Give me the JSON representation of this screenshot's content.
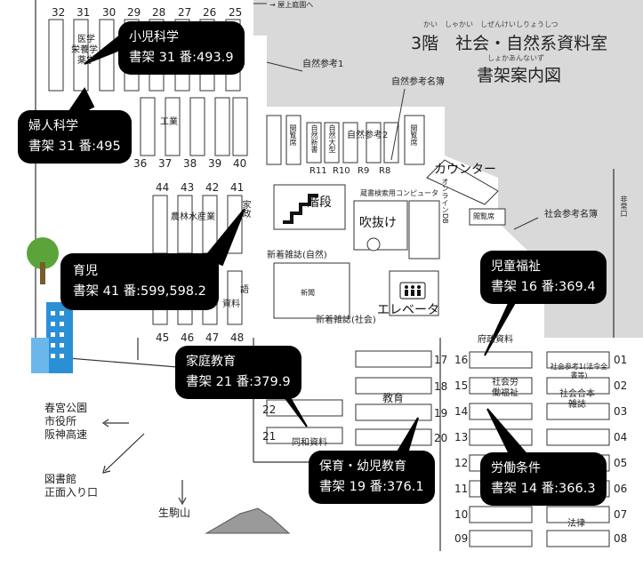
{
  "title": {
    "line1": "3階　社会・自然系資料室",
    "line1_ruby": "かい　しゃかい　しぜんけいしりょうしつ",
    "line2": "書架案内図",
    "line2_ruby": "しょかあんないず"
  },
  "top_note": "→ 屋上庭園へ",
  "callouts": [
    {
      "name": "pediatrics",
      "subject": "小児科学",
      "shelf": "書架 31 番:493.9"
    },
    {
      "name": "gynecology",
      "subject": "婦人科学",
      "shelf": "書架 31 番:495"
    },
    {
      "name": "childcare",
      "subject": "育児",
      "shelf": "書架 41 番:599,598.2"
    },
    {
      "name": "home-education",
      "subject": "家庭教育",
      "shelf": "書架 21 番:379.9"
    },
    {
      "name": "preschool-education",
      "subject": "保育・幼児教育",
      "shelf": "書架 19 番:376.1"
    },
    {
      "name": "child-welfare",
      "subject": "児童福祉",
      "shelf": "書架 16 番:369.4"
    },
    {
      "name": "labor-conditions",
      "subject": "労働条件",
      "shelf": "書架 14 番:366.3"
    }
  ],
  "shelf_numbers": {
    "top_row": [
      "32",
      "31",
      "30",
      "29",
      "28",
      "27",
      "26",
      "25"
    ],
    "row_36": [
      "36",
      "37",
      "38",
      "39",
      "40"
    ],
    "row_44": [
      "44",
      "43",
      "42",
      "41"
    ],
    "row_45": [
      "45",
      "46",
      "47",
      "48"
    ],
    "r_row": [
      "R11",
      "R10",
      "R9",
      "R8"
    ],
    "mid_left": [
      "17",
      "18",
      "19",
      "20"
    ],
    "mid_right": [
      "16",
      "15",
      "14",
      "13",
      "12",
      "11",
      "10",
      "09"
    ],
    "far_right": [
      "01",
      "02",
      "03",
      "04",
      "05",
      "06",
      "07",
      "08"
    ],
    "left_low": [
      "22",
      "21"
    ]
  },
  "labels": {
    "medical": "医学",
    "nursing": "栄養学",
    "pharmacy": "薬学",
    "industry": "工業",
    "agri": "農林水産業",
    "household": "家政",
    "language": "語",
    "materials": "資料",
    "nat_ref1": "自然参考1",
    "nat_ref_names": "自然参考名簿",
    "nat_ref2": "自然参考2",
    "nat_new_mag": "自然新書",
    "nat_large": "自然大型",
    "seat1": "閲覧席",
    "seat2": "閲覧席",
    "seat3": "閲覧席",
    "counter": "カウンター",
    "stairs": "階段",
    "atrium": "吹抜け",
    "elevator": "エレベータ",
    "computer": "蔵書検索用コンピュータ",
    "new_mag_nature": "新着雑誌(自然)",
    "newspaper": "新聞",
    "new_mag_society": "新着雑誌(社会)",
    "social_ref_names": "社会参考名簿",
    "education": "教育",
    "social_welfare": "社会労働福祉",
    "social_ref1": "社会参考1(法令全書等)",
    "social_general_mag": "社会合本雑誌",
    "law": "法律",
    "dowa": "同和資料",
    "pref_data": "府政資料",
    "online": "オンラインDB",
    "left_dir1": "春宮公園",
    "left_dir2": "市役所",
    "left_dir3": "阪神高速",
    "left_dir4": "図書館",
    "left_dir5": "正面入り口",
    "mountain": "生駒山",
    "hijou": "非常口"
  },
  "colors": {
    "callout_bg": "#000000",
    "floor_gray": "#d9d9d9",
    "building_blue": "#2b8fd6",
    "tree_green": "#5aa43a"
  }
}
